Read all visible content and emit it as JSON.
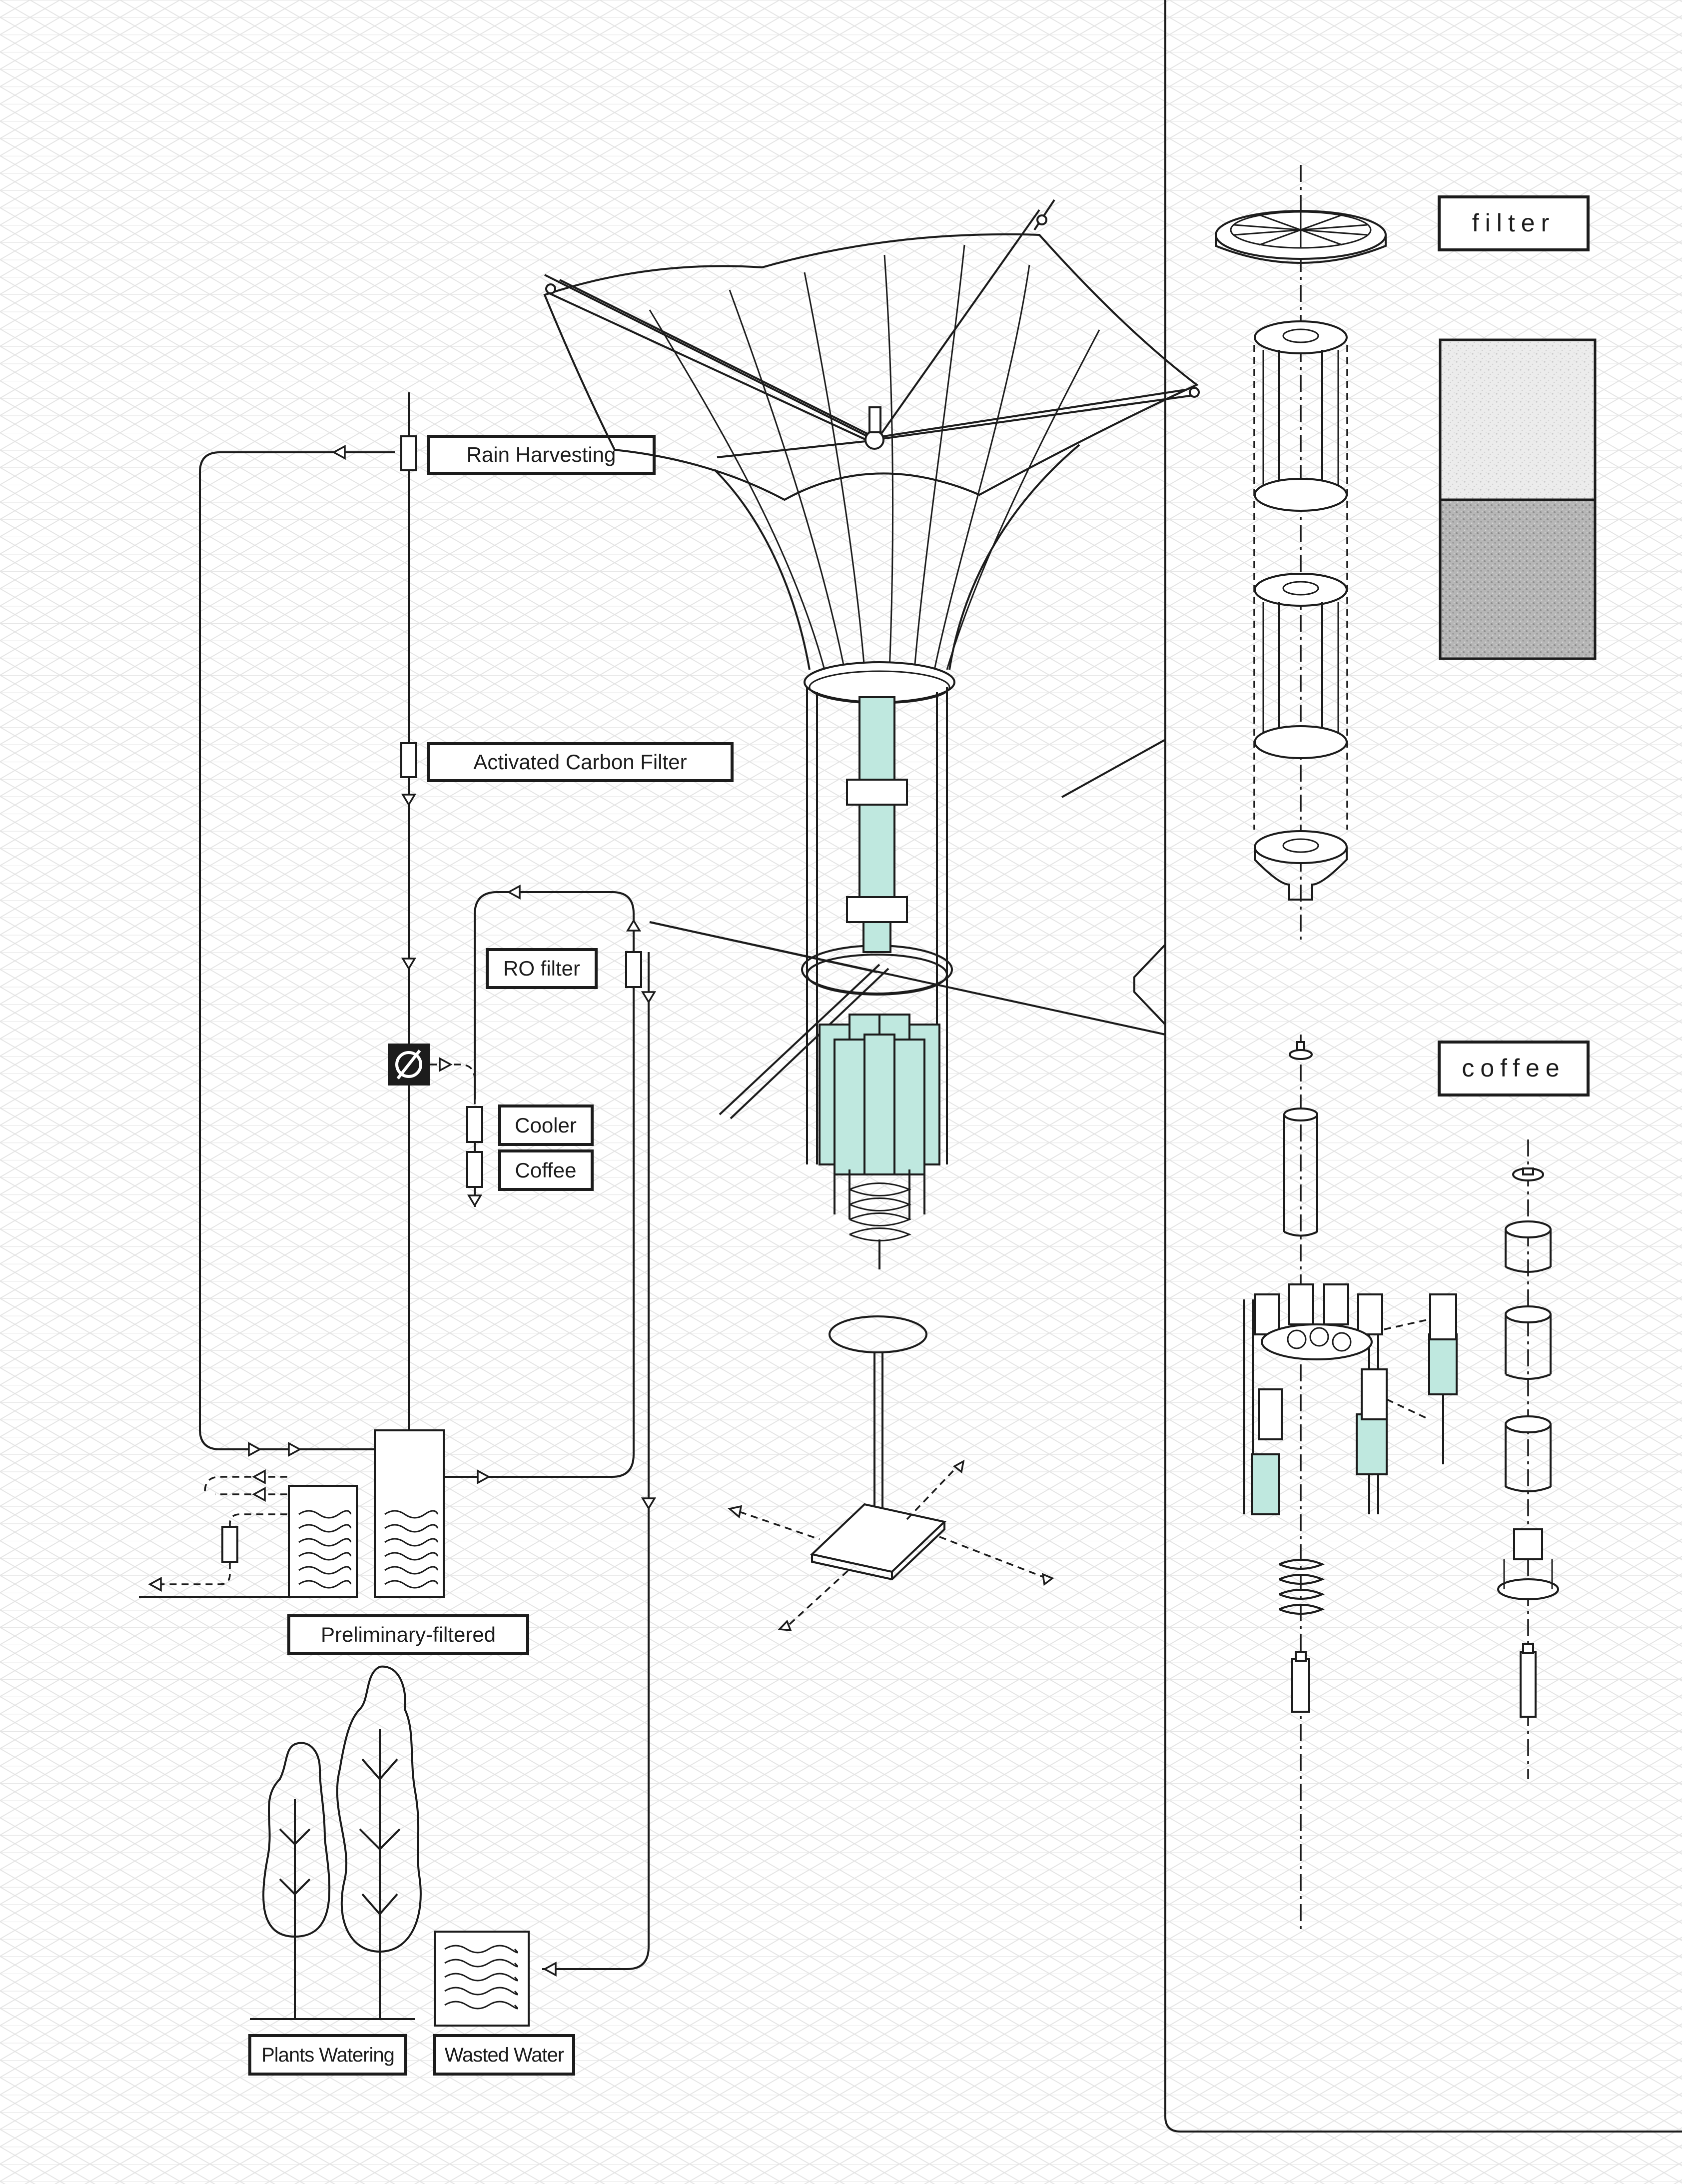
{
  "labels": {
    "rain_harvesting": "Rain Harvesting",
    "activated_carbon_filter": "Activated Carbon Filter",
    "ro_filter": "RO filter",
    "cooler": "Cooler",
    "coffee_step": "Coffee",
    "preliminary_filtered": "Preliminary-filtered",
    "plants_watering": "Plants Watering",
    "wasted_water": "Wasted Water",
    "filter_title": "filter",
    "coffee_title": "coffee"
  },
  "colors": {
    "line": "#1c1c1c",
    "cartridge_fill": "#bfe8df",
    "grid": "#e4e4e4",
    "swatch_light": "#e6e6e6",
    "swatch_dark": "#b4b4b4"
  },
  "icons": {
    "valve": "diameter-valve-icon",
    "tree": "tree-icon",
    "tank": "water-tank-icon"
  }
}
